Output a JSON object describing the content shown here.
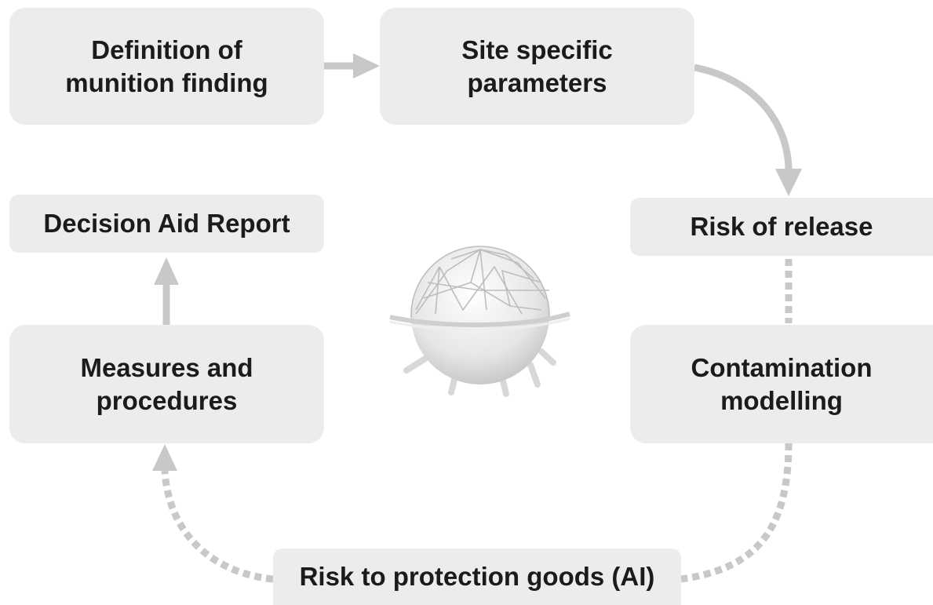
{
  "diagram": {
    "nodes": [
      {
        "id": "definition",
        "lines": [
          "Definition of",
          "munition finding"
        ]
      },
      {
        "id": "site",
        "lines": [
          "Site specific",
          "parameters"
        ]
      },
      {
        "id": "release",
        "lines": [
          "Risk of release"
        ]
      },
      {
        "id": "contamination",
        "lines": [
          "Contamination",
          "modelling"
        ]
      },
      {
        "id": "protection",
        "lines": [
          "Risk to protection goods (AI)"
        ]
      },
      {
        "id": "measures",
        "lines": [
          "Measures and",
          "procedures"
        ]
      },
      {
        "id": "report",
        "lines": [
          "Decision Aid Report"
        ]
      }
    ],
    "edges": [
      {
        "from": "definition",
        "to": "site",
        "style": "solid"
      },
      {
        "from": "site",
        "to": "release",
        "style": "solid"
      },
      {
        "from": "release",
        "to": "contamination",
        "style": "dotted"
      },
      {
        "from": "contamination",
        "to": "protection",
        "style": "dotted"
      },
      {
        "from": "protection",
        "to": "measures",
        "style": "dotted"
      },
      {
        "from": "measures",
        "to": "report",
        "style": "solid"
      }
    ],
    "center_icon": "mine-sphere-icon",
    "colors": {
      "box": "#ececec",
      "arrow": "#c8c8c8",
      "text": "#1b1b1b"
    }
  }
}
